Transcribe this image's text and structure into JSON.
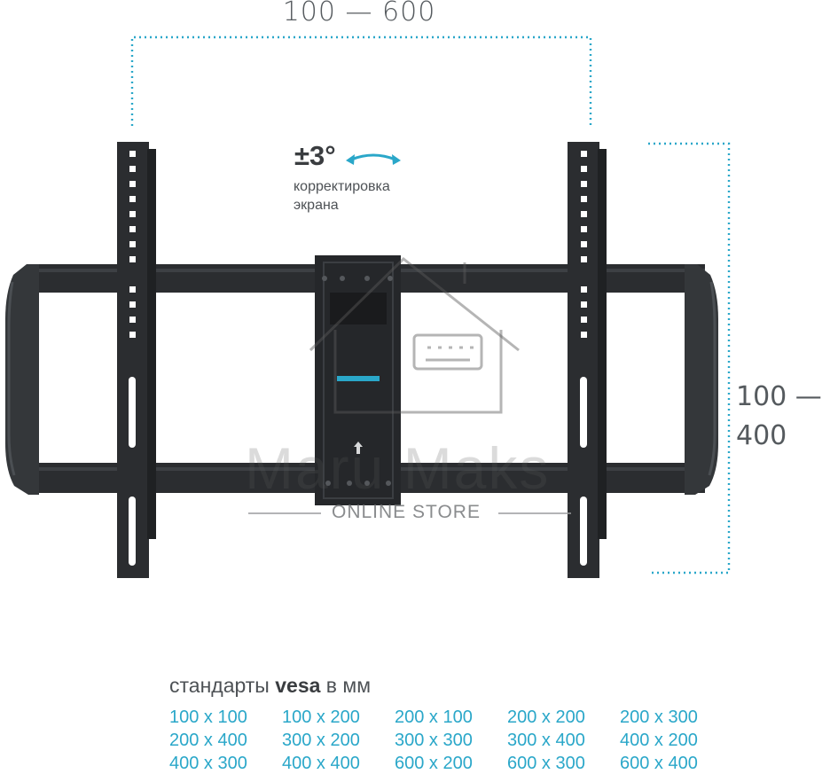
{
  "dimensions": {
    "horizontal": "100 — 600",
    "vertical": "100 —\n400"
  },
  "tilt": {
    "value": "±3°",
    "note": "корректировка\nэкрана"
  },
  "watermark": {
    "name": "Maru Maks",
    "tagline": "ONLINE STORE"
  },
  "vesa": {
    "title_prefix": "стандарты",
    "title_bold": "vesa",
    "title_suffix": "в мм",
    "sizes": [
      "100 x 100",
      "100 x 200",
      "200 x 100",
      "200 x 200",
      "200 x 300",
      "200 x 400",
      "300 x 200",
      "300 x 300",
      "300 x 400",
      "400 x 200",
      "400 x 300",
      "400 x 400",
      "600 x 200",
      "600 x 300",
      "600 x 400"
    ]
  },
  "colors": {
    "accent": "#2aa7c9",
    "metal": "#2b2d30",
    "text": "#4d5155"
  }
}
